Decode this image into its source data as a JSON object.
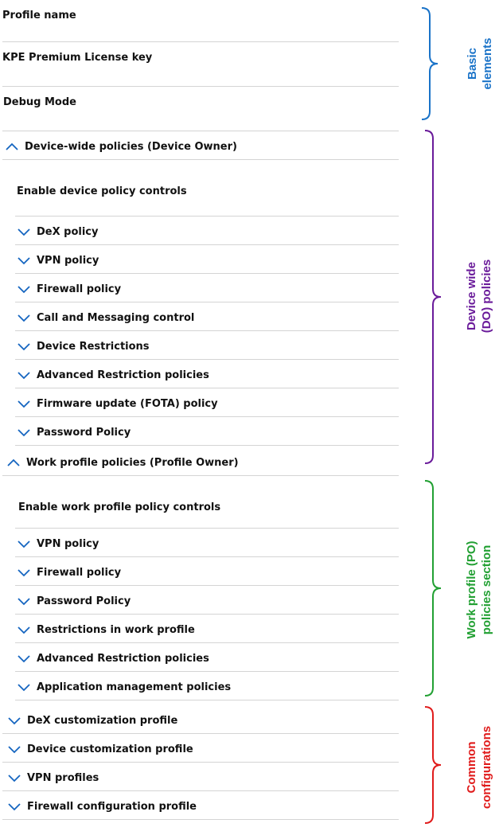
{
  "basic": {
    "profile_name": "Profile name",
    "license_key": "KPE Premium License key",
    "debug_mode": "Debug Mode"
  },
  "device_wide": {
    "header": "Device-wide policies (Device Owner)",
    "enable_controls": "Enable device policy controls",
    "items": [
      "DeX policy",
      "VPN policy",
      "Firewall policy",
      "Call and Messaging control",
      "Device Restrictions",
      "Advanced Restriction policies",
      "Firmware update (FOTA) policy",
      "Password Policy"
    ]
  },
  "work_profile": {
    "header": "Work profile policies (Profile Owner)",
    "enable_controls": "Enable work profile policy controls",
    "items": [
      "VPN policy",
      "Firewall policy",
      "Password Policy",
      "Restrictions in work profile",
      "Advanced Restriction policies",
      "Application management policies"
    ]
  },
  "common": {
    "items": [
      "DeX customization profile",
      "Device customization profile",
      "VPN profiles",
      "Firewall configuration profile"
    ]
  },
  "annotations": {
    "basic": {
      "line1": "Basic",
      "line2": "elements",
      "color": "#1a73c8"
    },
    "device_wide": {
      "line1": "Device wide",
      "line2": "(DO) policies",
      "color": "#6a1b9a"
    },
    "work_profile": {
      "line1": "Work profile (PO)",
      "line2": "policies section",
      "color": "#22a033"
    },
    "common": {
      "line1": "Common",
      "line2": "configurations",
      "color": "#e01b1b"
    }
  },
  "colors": {
    "chevron": "#1565c0",
    "divider": "#d4d4d4"
  }
}
